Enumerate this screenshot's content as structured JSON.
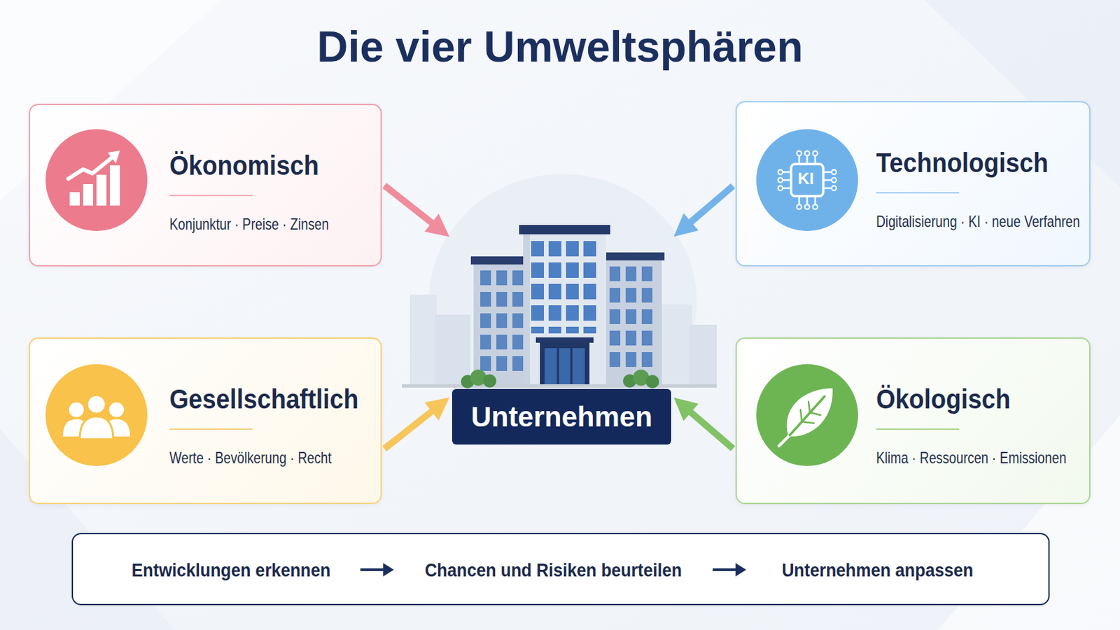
{
  "diagram": {
    "title": "Die vier Umweltsphären",
    "nodes": [
      {
        "text": [
          "Ökonomisch",
          "Konjunktur · Preise · Zinsen"
        ]
      },
      {
        "text": [
          "Technologisch",
          "Digitalisierung · KI · neue Verfahren"
        ]
      },
      {
        "text": [
          "Gesellschaftlich",
          "Werte · Bevölkerung · Recht"
        ]
      },
      {
        "text": [
          "Unternehmen"
        ]
      },
      {
        "text": [
          "Ökologisch",
          "Klima · Ressourcen · Emissionen"
        ]
      },
      {
        "text": [
          "Entwicklungen erkennen",
          "Chancen und Risiken beurteilen",
          "Unternehmen anpassen"
        ]
      }
    ],
    "edges": [
      {
        "from": 0,
        "to": 3,
        "arrow": "to"
      },
      {
        "from": 1,
        "to": 3,
        "arrow": "to"
      },
      {
        "from": 2,
        "to": 3,
        "arrow": "to"
      },
      {
        "from": 4,
        "to": 3,
        "arrow": "to"
      }
    ],
    "labels": [
      "KI"
    ]
  }
}
